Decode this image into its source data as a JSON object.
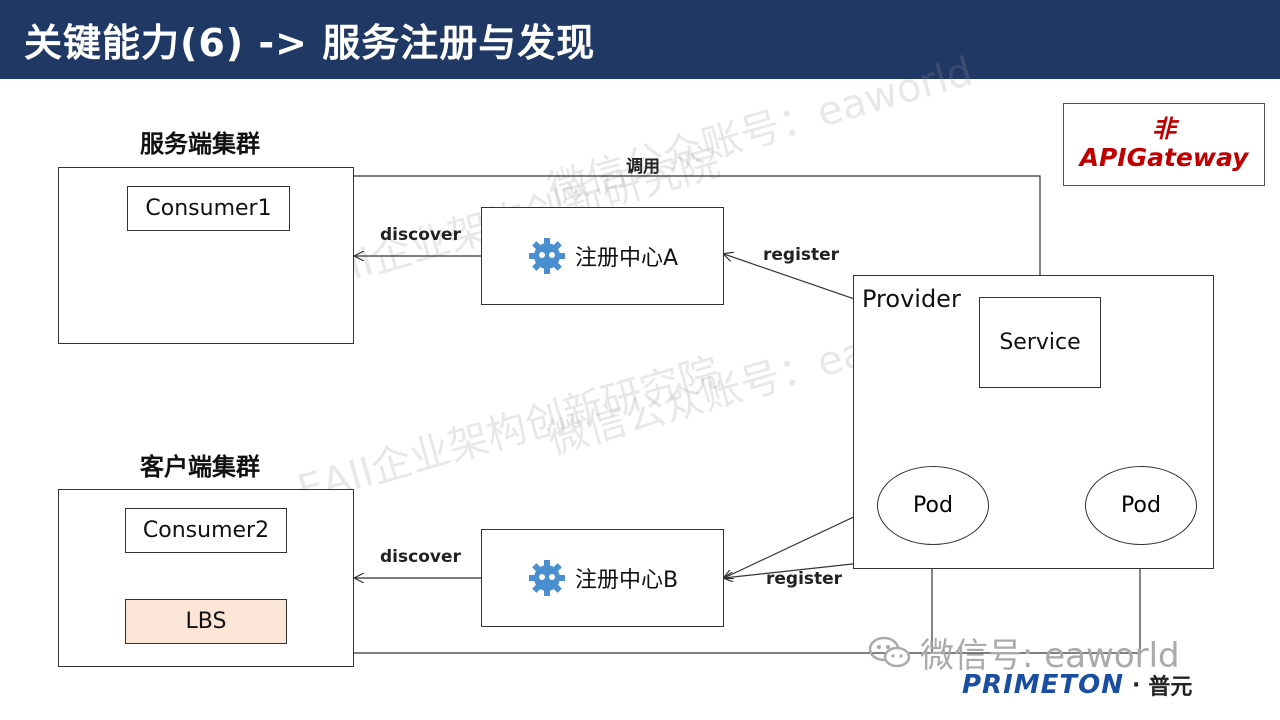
{
  "title": "关键能力(6) -> 服务注册与发现",
  "server_cluster": {
    "title": "服务端集群",
    "consumer": "Consumer1"
  },
  "client_cluster": {
    "title": "客户端集群",
    "consumer": "Consumer2",
    "lbs": "LBS"
  },
  "registry_a": {
    "label": "注册中心A",
    "icon": "eureka-gear-icon"
  },
  "registry_b": {
    "label": "注册中心B",
    "icon": "eureka-gear-icon"
  },
  "provider": {
    "title": "Provider",
    "service": "Service",
    "pods": [
      "Pod",
      "Pod"
    ]
  },
  "edge_labels": {
    "call": "调用",
    "discover_a": "discover",
    "discover_b": "discover",
    "register_a": "register",
    "register_b": "register"
  },
  "stamp": {
    "line1": "非",
    "line2": "APIGateway"
  },
  "watermarks": [
    "EAII企业架构创新研究院",
    "微信公众账号：eaworld"
  ],
  "footer": {
    "wechat": "微信号: eaworld",
    "brand_latin": "PRIMETON",
    "brand_cn": "普元"
  },
  "colors": {
    "header": "#1f3864",
    "lbs_fill": "#fbe5d6",
    "stamp_text": "#c00000",
    "brand": "#1a4ea0",
    "gear": "#4a8fd0"
  }
}
